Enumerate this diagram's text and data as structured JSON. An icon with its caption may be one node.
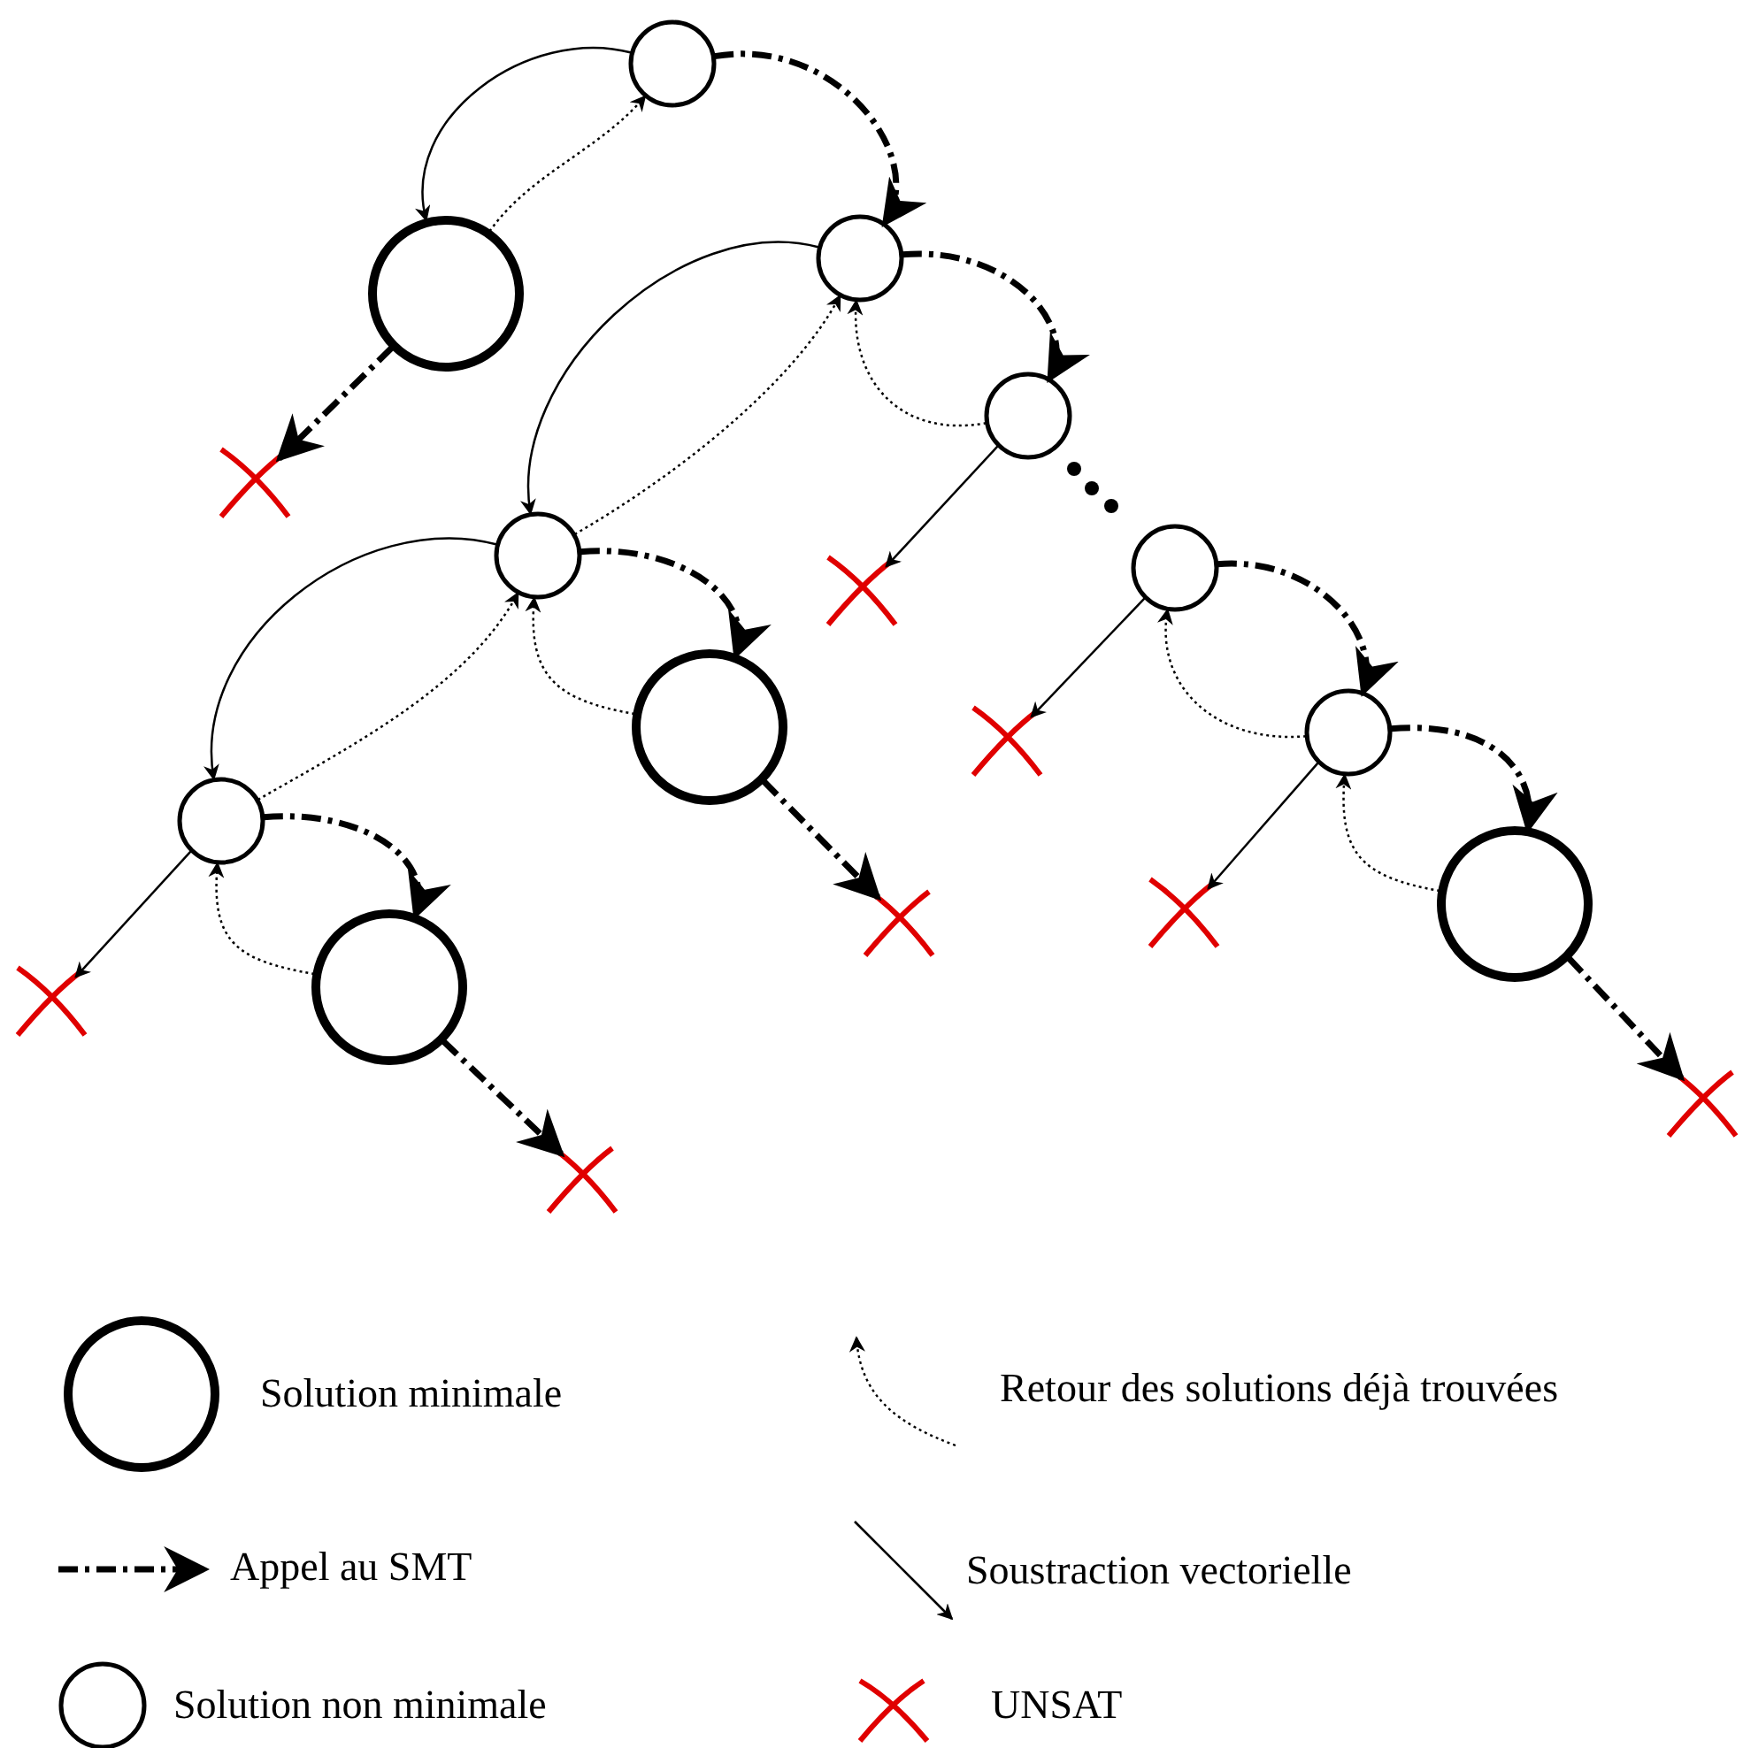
{
  "diagram": {
    "nodes": [
      {
        "text": [],
        "shape": "circle"
      },
      {
        "text": [],
        "shape": "circle"
      },
      {
        "text": [],
        "shape": "cross"
      },
      {
        "text": [],
        "shape": "circle"
      },
      {
        "text": [],
        "shape": "circle"
      },
      {
        "text": [],
        "shape": "cross"
      },
      {
        "text": [],
        "shape": "circle"
      },
      {
        "text": [],
        "shape": "circle"
      },
      {
        "text": [],
        "shape": "cross"
      },
      {
        "text": [],
        "shape": "circle"
      },
      {
        "text": [],
        "shape": "cross"
      },
      {
        "text": [],
        "shape": "circle"
      },
      {
        "text": [],
        "shape": "cross"
      },
      {
        "text": [],
        "shape": "circle"
      },
      {
        "text": [],
        "shape": "cross"
      },
      {
        "text": [],
        "shape": "circle"
      },
      {
        "text": [],
        "shape": "cross"
      },
      {
        "text": [],
        "shape": "circle"
      },
      {
        "text": [],
        "shape": "cross"
      }
    ],
    "edges": [
      {
        "from": 0,
        "to": 1,
        "arrow": "to"
      },
      {
        "from": 1,
        "to": 0,
        "arrow": "to",
        "style": "dashed"
      },
      {
        "from": 0,
        "to": 3,
        "arrow": "to",
        "style": "dashed"
      },
      {
        "from": 1,
        "to": 2,
        "arrow": "to",
        "style": "dashed"
      },
      {
        "from": 3,
        "to": 6,
        "arrow": "to"
      },
      {
        "from": 6,
        "to": 3,
        "arrow": "to",
        "style": "dashed"
      },
      {
        "from": 3,
        "to": 4,
        "arrow": "to",
        "style": "dashed"
      },
      {
        "from": 4,
        "to": 3,
        "arrow": "to",
        "style": "dashed"
      },
      {
        "from": 4,
        "to": 5,
        "arrow": "to"
      },
      {
        "from": 6,
        "to": 7,
        "arrow": "to",
        "style": "dashed"
      },
      {
        "from": 7,
        "to": 6,
        "arrow": "to",
        "style": "dashed"
      },
      {
        "from": 7,
        "to": 8,
        "arrow": "to",
        "style": "dashed"
      },
      {
        "from": 6,
        "to": 9,
        "arrow": "to"
      },
      {
        "from": 9,
        "to": 6,
        "arrow": "to",
        "style": "dashed"
      },
      {
        "from": 9,
        "to": 11,
        "arrow": "to",
        "style": "dashed"
      },
      {
        "from": 11,
        "to": 9,
        "arrow": "to",
        "style": "dashed"
      },
      {
        "from": 9,
        "to": 10,
        "arrow": "to"
      },
      {
        "from": 11,
        "to": 12,
        "arrow": "to",
        "style": "dashed"
      },
      {
        "from": 13,
        "to": 14,
        "arrow": "to"
      },
      {
        "from": 13,
        "to": 15,
        "arrow": "to",
        "style": "dashed"
      },
      {
        "from": 15,
        "to": 13,
        "arrow": "to",
        "style": "dashed"
      },
      {
        "from": 15,
        "to": 16,
        "arrow": "to"
      },
      {
        "from": 15,
        "to": 17,
        "arrow": "to",
        "style": "dashed"
      },
      {
        "from": 17,
        "to": 15,
        "arrow": "to",
        "style": "dashed"
      },
      {
        "from": 17,
        "to": 18,
        "arrow": "to",
        "style": "dashed"
      }
    ],
    "legend": [
      {
        "text": "Solution minimale"
      },
      {
        "text": "Retour des solutions déjà trouvées"
      },
      {
        "text": "Appel au SMT"
      },
      {
        "text": "Soustraction vectorielle"
      },
      {
        "text": "Solution non minimale"
      },
      {
        "text": "UNSAT"
      }
    ]
  }
}
